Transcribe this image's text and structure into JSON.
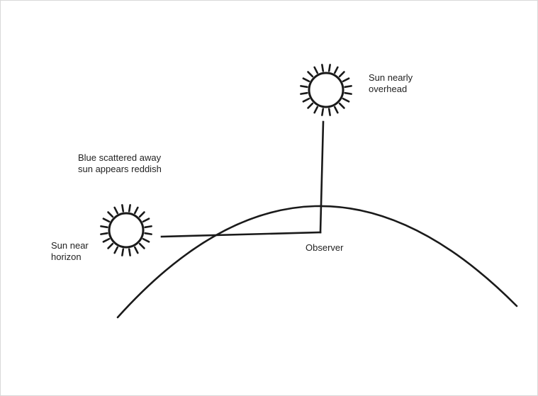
{
  "labels": {
    "sun_overhead": {
      "line1": "Sun nearly",
      "line2": "overhead"
    },
    "scattered": {
      "line1": "Blue scattered away",
      "line2": "sun appears reddish"
    },
    "sun_horizon": {
      "line1": "Sun near",
      "line2": "horizon"
    },
    "observer": "Observer"
  },
  "colors": {
    "stroke": "#1a1a1a",
    "text": "#222222",
    "frame": "#d9d9d9"
  }
}
